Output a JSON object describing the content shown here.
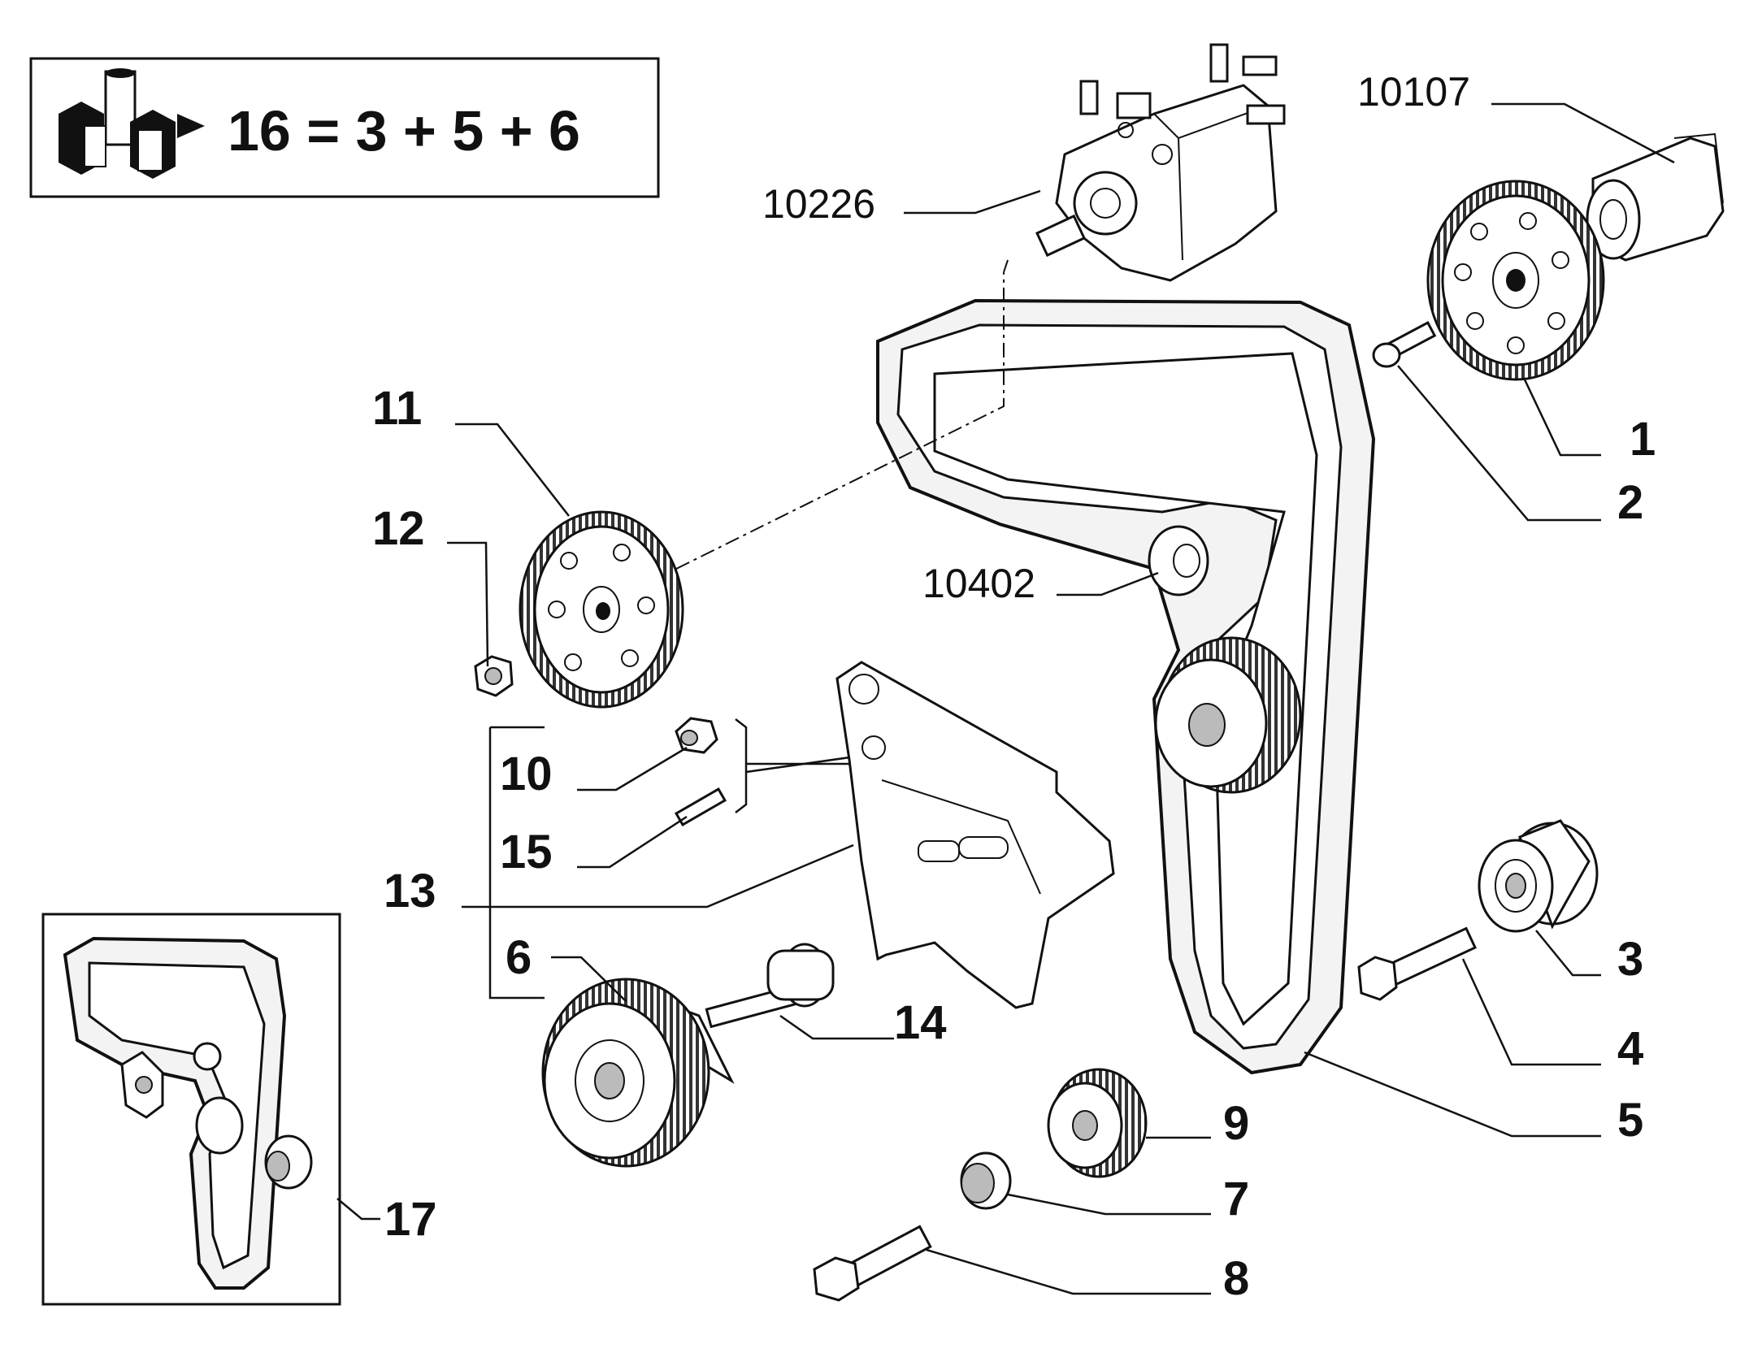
{
  "kit_box": {
    "formula": "16 = 3 + 5 + 6"
  },
  "callouts": {
    "c1": "1",
    "c2": "2",
    "c3": "3",
    "c4": "4",
    "c5": "5",
    "c6": "6",
    "c7": "7",
    "c8": "8",
    "c9": "9",
    "c10": "10",
    "c11": "11",
    "c12": "12",
    "c13": "13",
    "c14": "14",
    "c15": "15",
    "c17": "17"
  },
  "references": {
    "r10226": "10226",
    "r10107": "10107",
    "r10402": "10402"
  }
}
